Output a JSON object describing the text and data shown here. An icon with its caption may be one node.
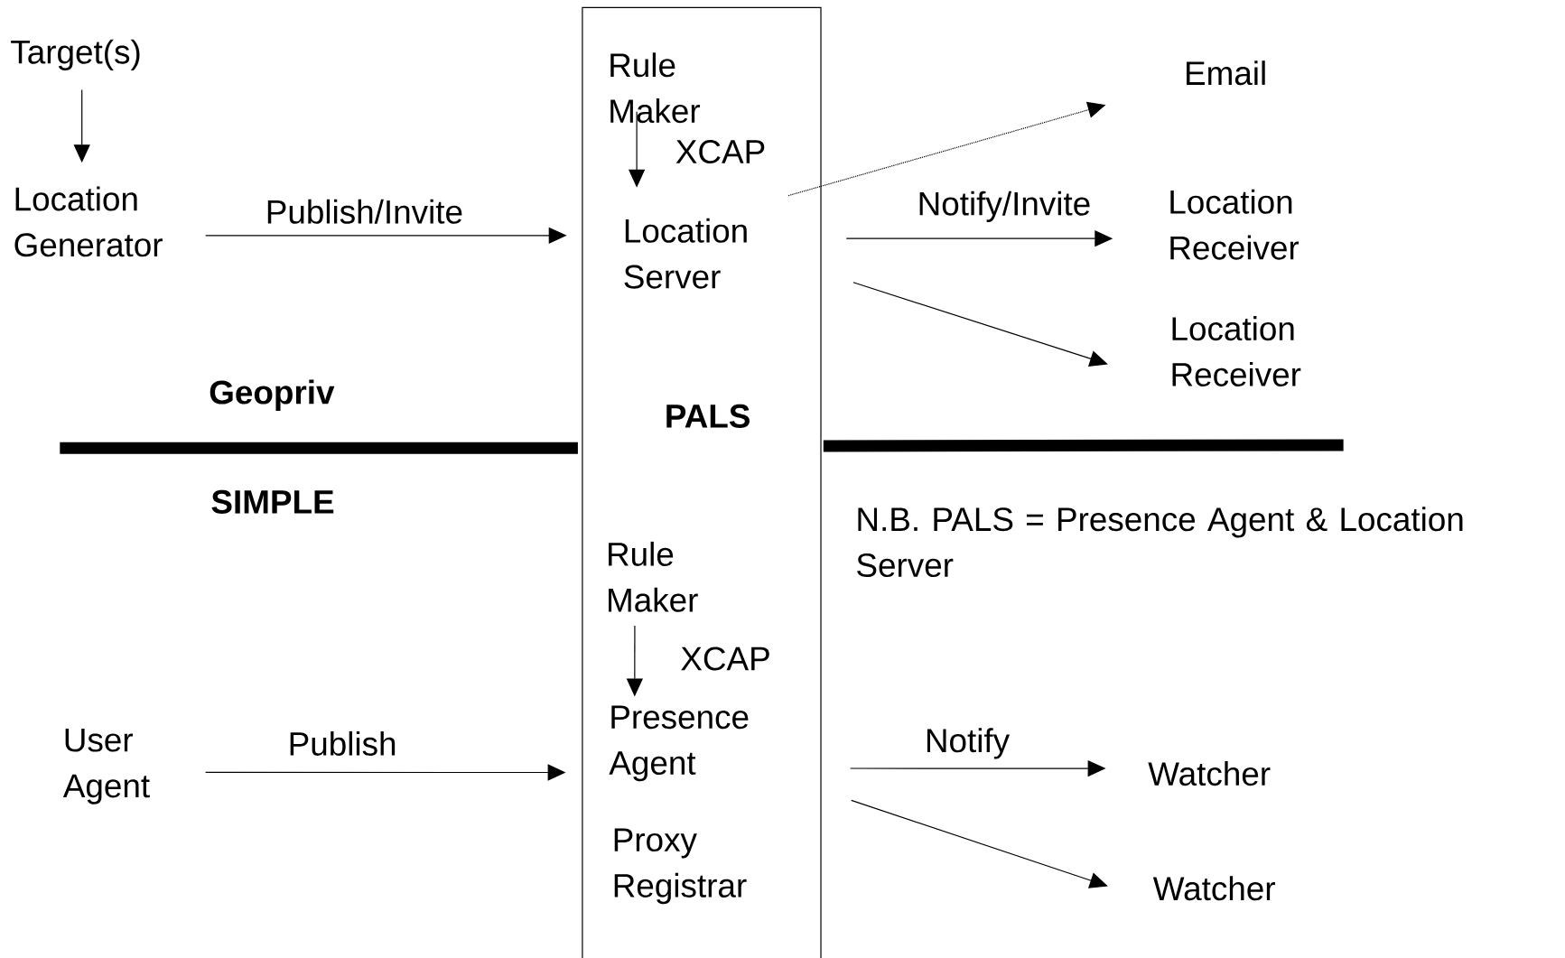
{
  "diagram": {
    "nodes": [
      {
        "text": [
          "Target(s)"
        ]
      },
      {
        "text": [
          "Location Generator"
        ]
      },
      {
        "text": [
          "PALS"
        ]
      },
      {
        "text": [
          "Rule Maker"
        ],
        "in": 2
      },
      {
        "text": [
          "Location Server"
        ],
        "in": 2
      },
      {
        "text": [
          "Email"
        ]
      },
      {
        "text": [
          "Location Receiver"
        ]
      },
      {
        "text": [
          "Location Receiver"
        ]
      },
      {
        "text": [
          "User Agent"
        ]
      },
      {
        "text": [
          "Rule Maker"
        ],
        "in": 2
      },
      {
        "text": [
          "Presence Agent"
        ],
        "in": 2
      },
      {
        "text": [
          "Proxy Registrar"
        ],
        "in": 2
      },
      {
        "text": [
          "Watcher"
        ]
      },
      {
        "text": [
          "Watcher"
        ]
      }
    ],
    "edges": [
      {
        "from": 0,
        "to": 1,
        "arrow": "to"
      },
      {
        "from": 3,
        "to": 4,
        "arrow": "to",
        "label": "XCAP"
      },
      {
        "from": 1,
        "to": 4,
        "arrow": "to",
        "label": "Publish/Invite"
      },
      {
        "from": 4,
        "to": 5,
        "arrow": "to",
        "style": "dashed"
      },
      {
        "from": 4,
        "to": 6,
        "arrow": "to",
        "label": "Notify/Invite"
      },
      {
        "from": 4,
        "to": 7,
        "arrow": "to"
      },
      {
        "from": 9,
        "to": 10,
        "arrow": "to",
        "label": "XCAP"
      },
      {
        "from": 8,
        "to": 10,
        "arrow": "to",
        "label": "Publish"
      },
      {
        "from": 10,
        "to": 12,
        "arrow": "to",
        "label": "Notify"
      },
      {
        "from": 10,
        "to": 13,
        "arrow": "to"
      }
    ],
    "labels": [
      "Geopriv",
      "SIMPLE",
      "N.B. PALS = Presence Agent & Location Server"
    ]
  }
}
